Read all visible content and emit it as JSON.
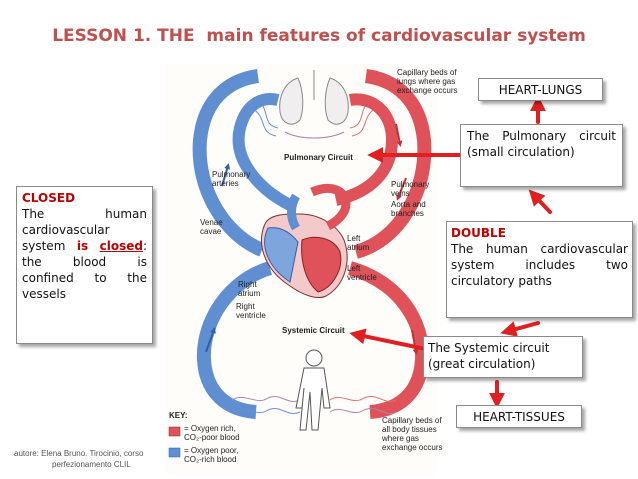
{
  "title": "LESSON 1. THE  main features of cardiovascular system",
  "boxes": {
    "heart_lungs": "HEART-LUNGS",
    "pulmonary": "The Pulmonary circuit (small circulation)",
    "double_heading": "DOUBLE",
    "double_body": "The human cardiovascular system includes two circulatory paths",
    "systemic": "The Systemic circuit (great circulation)",
    "heart_tissues": "HEART-TISSUES",
    "closed_heading": "CLOSED",
    "closed_body_1": "The human cardiovascular system",
    "closed_is": "is",
    "closed_word": "closed",
    "closed_body_2": ": the blood is confined to the vessels"
  },
  "diagram_labels": {
    "capillary_lungs": "Capillary beds of lungs where gas exchange occurs",
    "pulmonary_circuit": "Pulmonary Circuit",
    "pulmonary_arteries": "Pulmonary arteries",
    "pulmonary_veins": "Pulmonary veins",
    "aorta": "Aorta and branches",
    "venae_cavae": "Venae cavae",
    "left_atrium": "Left atrium",
    "left_ventricle": "Left ventricle",
    "right_atrium": "Right atrium",
    "right_ventricle": "Right ventricle",
    "systemic_circuit": "Systemic Circuit",
    "capillary_body": "Capillary beds of all body tissues where gas exchange occurs",
    "key_title": "KEY:",
    "key_oxygen_rich": "= Oxygen rich, CO₂-poor blood",
    "key_oxygen_poor": "= Oxygen poor, CO₂-rich blood"
  },
  "colors": {
    "title": "#c0504d",
    "arrow": "#e02020",
    "oxygen_rich": "#e0525a",
    "oxygen_poor": "#5f8fd0"
  },
  "footer": {
    "line1": "autore: Elena Bruno. Tirocinio, corso",
    "line2": "perfezionamento CLIL"
  }
}
